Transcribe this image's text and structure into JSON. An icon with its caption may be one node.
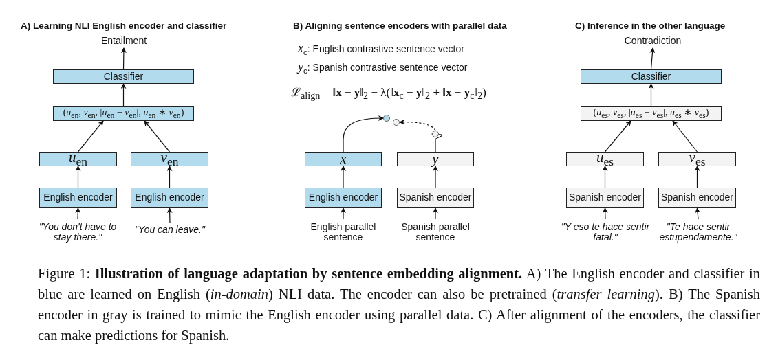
{
  "diagram": {
    "caption": "Figure 1: **Illustration of language adaptation by sentence embedding alignment.** A) The English encoder and classifier in blue are learned on English (*in-domain*) NLI data. The encoder can also be pretrained (*transfer learning*). B) The Spanish encoder in gray is trained to mimic the English encoder using parallel data. C) After alignment of the encoders, the classifier can make predictions for Spanish.",
    "nodes": [
      {
        "text": [
          "Entailment"
        ]
      },
      {
        "text": [
          "Classifier"
        ]
      },
      {
        "text": [
          "(*u*$_{en}$, *v*$_{en}$, |*u*$_{en}$ − *v*$_{en}$|, *u*$_{en}$ ∗ *v*$_{en}$)"
        ]
      },
      {
        "text": [
          "*u*$_{en}$"
        ]
      },
      {
        "text": [
          "*v*$_{en}$"
        ]
      },
      {
        "text": [
          "English encoder"
        ]
      },
      {
        "text": [
          "English encoder"
        ]
      },
      {
        "text": [
          "\"You don't have to stay there.\""
        ]
      },
      {
        "text": [
          "\"You can leave.\""
        ]
      },
      {
        "text": [],
        "shape": "circle"
      },
      {
        "text": [],
        "shape": "circle"
      },
      {
        "text": [],
        "shape": "circle"
      },
      {
        "text": [
          "*x*"
        ]
      },
      {
        "text": [
          "*y*"
        ]
      },
      {
        "text": [
          "English encoder"
        ]
      },
      {
        "text": [
          "Spanish encoder"
        ]
      },
      {
        "text": [
          "English parallel sentence"
        ]
      },
      {
        "text": [
          "Spanish parallel sentence"
        ]
      },
      {
        "text": [
          "Contradiction"
        ]
      },
      {
        "text": [
          "Classifier"
        ]
      },
      {
        "text": [
          "(*u*$_{es}$, *v*$_{es}$, |*u*$_{es}$ − *v*$_{es}$|, *u*$_{es}$ ∗ *v*$_{es}$)"
        ]
      },
      {
        "text": [
          "*u*$_{es}$"
        ]
      },
      {
        "text": [
          "*v*$_{es}$"
        ]
      },
      {
        "text": [
          "Spanish encoder"
        ]
      },
      {
        "text": [
          "Spanish encoder"
        ]
      },
      {
        "text": [
          "\"Y eso te hace sentir fatal.\""
        ]
      },
      {
        "text": [
          "\"Te hace sentir estupendamente.\""
        ]
      }
    ],
    "edges": [
      {
        "from": 1,
        "to": 0,
        "arrow": "to"
      },
      {
        "from": 2,
        "to": 1,
        "arrow": "to"
      },
      {
        "from": 3,
        "to": 2,
        "arrow": "to"
      },
      {
        "from": 4,
        "to": 2,
        "arrow": "to"
      },
      {
        "from": 5,
        "to": 3,
        "arrow": "to"
      },
      {
        "from": 6,
        "to": 4,
        "arrow": "to"
      },
      {
        "from": 7,
        "to": 5,
        "arrow": "to"
      },
      {
        "from": 8,
        "to": 6,
        "arrow": "to"
      },
      {
        "from": 12,
        "to": 9,
        "arrow": "to"
      },
      {
        "from": 11,
        "to": 10,
        "arrow": "to",
        "style": "dashed"
      },
      {
        "from": 13,
        "to": 11,
        "arrow": "to"
      },
      {
        "from": 14,
        "to": 12,
        "arrow": "to"
      },
      {
        "from": 15,
        "to": 13,
        "arrow": "to"
      },
      {
        "from": 16,
        "to": 14,
        "arrow": "to"
      },
      {
        "from": 17,
        "to": 15,
        "arrow": "to"
      },
      {
        "from": 19,
        "to": 18,
        "arrow": "to"
      },
      {
        "from": 20,
        "to": 19,
        "arrow": "to"
      },
      {
        "from": 21,
        "to": 20,
        "arrow": "to"
      },
      {
        "from": 22,
        "to": 20,
        "arrow": "to"
      },
      {
        "from": 23,
        "to": 21,
        "arrow": "to"
      },
      {
        "from": 24,
        "to": 22,
        "arrow": "to"
      },
      {
        "from": 25,
        "to": 23,
        "arrow": "to"
      },
      {
        "from": 26,
        "to": 24,
        "arrow": "to"
      }
    ],
    "labels": [
      "A) Learning NLI English encoder and classifier",
      "B) Aligning sentence encoders with parallel data",
      "*x*$_{c}$: English contrastive sentence vector",
      "*y*$_{c}$: Spanish contrastive sentence vector",
      "ℒ$_{align}$ = ‖**x** − **y**‖$_{2}$ − λ(‖**x**$_{c}$ − **y**‖$_{2}$ + ‖**x** − **y**$_{c}$‖$_{2}$)",
      "C) Inference in the other language"
    ]
  }
}
